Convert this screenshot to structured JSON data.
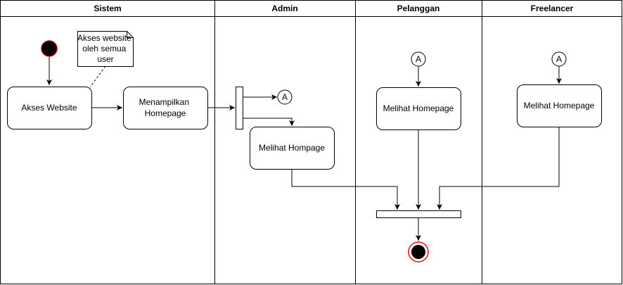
{
  "lanes": [
    {
      "id": "sistem",
      "title": "Sistem"
    },
    {
      "id": "admin",
      "title": "Admin"
    },
    {
      "id": "pelanggan",
      "title": "Pelanggan"
    },
    {
      "id": "freelancer",
      "title": "Freelancer"
    }
  ],
  "note": {
    "lines": [
      "Akses website",
      "oleh semua",
      "user"
    ]
  },
  "activities": {
    "akses_website": [
      "Akses Website"
    ],
    "menampilkan_homepage": [
      "Menampilkan",
      "Homepage"
    ],
    "admin_melihat": [
      "Melihat Hompage"
    ],
    "pelanggan_melihat": [
      "Melihat Homepage"
    ],
    "freelancer_melihat": [
      "Melihat Homepage"
    ]
  },
  "connector_label": "A"
}
